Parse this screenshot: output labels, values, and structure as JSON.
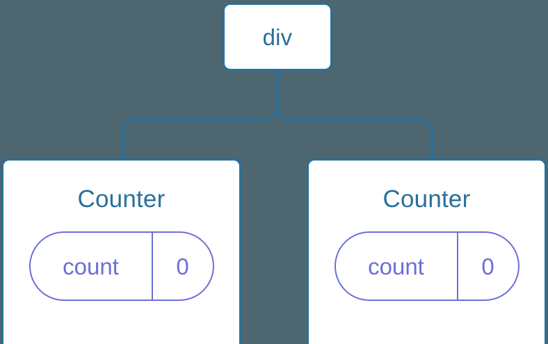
{
  "diagram": {
    "type": "component-tree",
    "background_color": "#4d6670",
    "node_border_color": "#2a7099",
    "node_fill_color": "#ffffff",
    "node_text_color": "#2a7099",
    "state_color": "#6c6fd6",
    "connector_color": "#2a7099",
    "root": {
      "label": "div"
    },
    "children": [
      {
        "label": "Counter",
        "state": {
          "key": "count",
          "value": "0"
        }
      },
      {
        "label": "Counter",
        "state": {
          "key": "count",
          "value": "0"
        }
      }
    ]
  }
}
